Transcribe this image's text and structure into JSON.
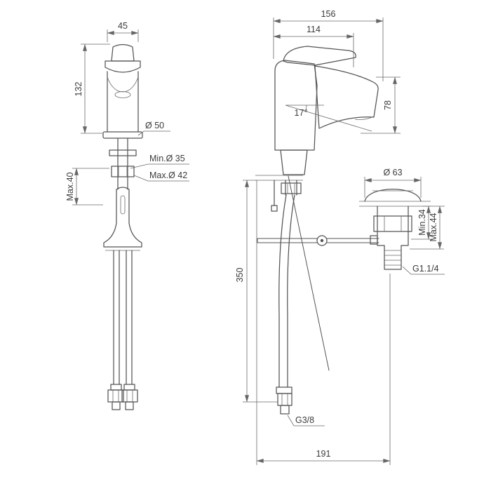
{
  "colors": {
    "ink": "#545454",
    "dim_line": "#6a6a6a",
    "text": "#3b3b3b",
    "background": "#ffffff"
  },
  "drawing": {
    "front": {
      "width": "45",
      "height": "132",
      "base_diameter": "Ø 50",
      "hole_min": "Min.Ø 35",
      "hole_max": "Max.Ø 42",
      "deck_max": "Max.40"
    },
    "side": {
      "total_depth": "156",
      "spout_reach": "114",
      "spout_angle": "17°",
      "spout_height": "78",
      "waste_diameter": "Ø 63",
      "waste_min": "Min.34",
      "waste_max": "Max.44",
      "waste_thread": "G1.1/4",
      "hose_length": "350",
      "hose_thread": "G3/8",
      "bottom_projection": "191"
    }
  }
}
